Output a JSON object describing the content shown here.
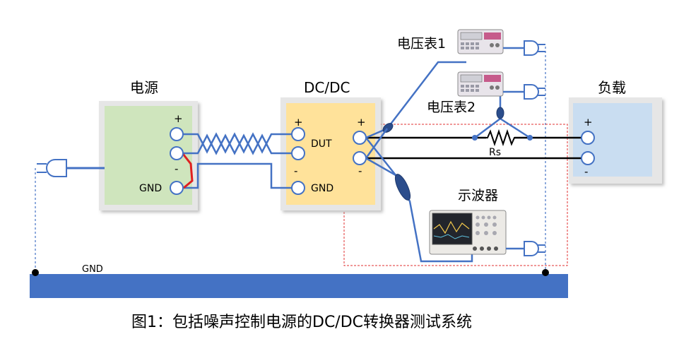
{
  "diagram": {
    "power_supply": {
      "title": "电源",
      "plus": "+",
      "minus": "-",
      "gnd": "GND"
    },
    "dcdc": {
      "title": "DC/DC",
      "plus_in": "+",
      "minus_in": "-",
      "dut": "DUT",
      "gnd": "GND",
      "plus_out": "+",
      "minus_out": "-"
    },
    "load": {
      "title": "负载",
      "plus": "+",
      "minus": "-"
    },
    "voltmeter1": {
      "label": "电压表1"
    },
    "voltmeter2": {
      "label": "电压表2"
    },
    "oscilloscope": {
      "label": "示波器"
    },
    "resistor": {
      "label": "Rs"
    },
    "ground_bar": {
      "label": "GND"
    },
    "caption": "图1：包括噪声控制电源的DC/DC转换器测试系统"
  },
  "colors": {
    "wire_blue": "#4472c4",
    "wire_black": "#000000",
    "wire_red": "#e02020",
    "psu_fill": "#cfe5bd",
    "dcdc_fill": "#ffe29a",
    "load_fill": "#c9ddf1",
    "dashed_red": "#e03030"
  }
}
